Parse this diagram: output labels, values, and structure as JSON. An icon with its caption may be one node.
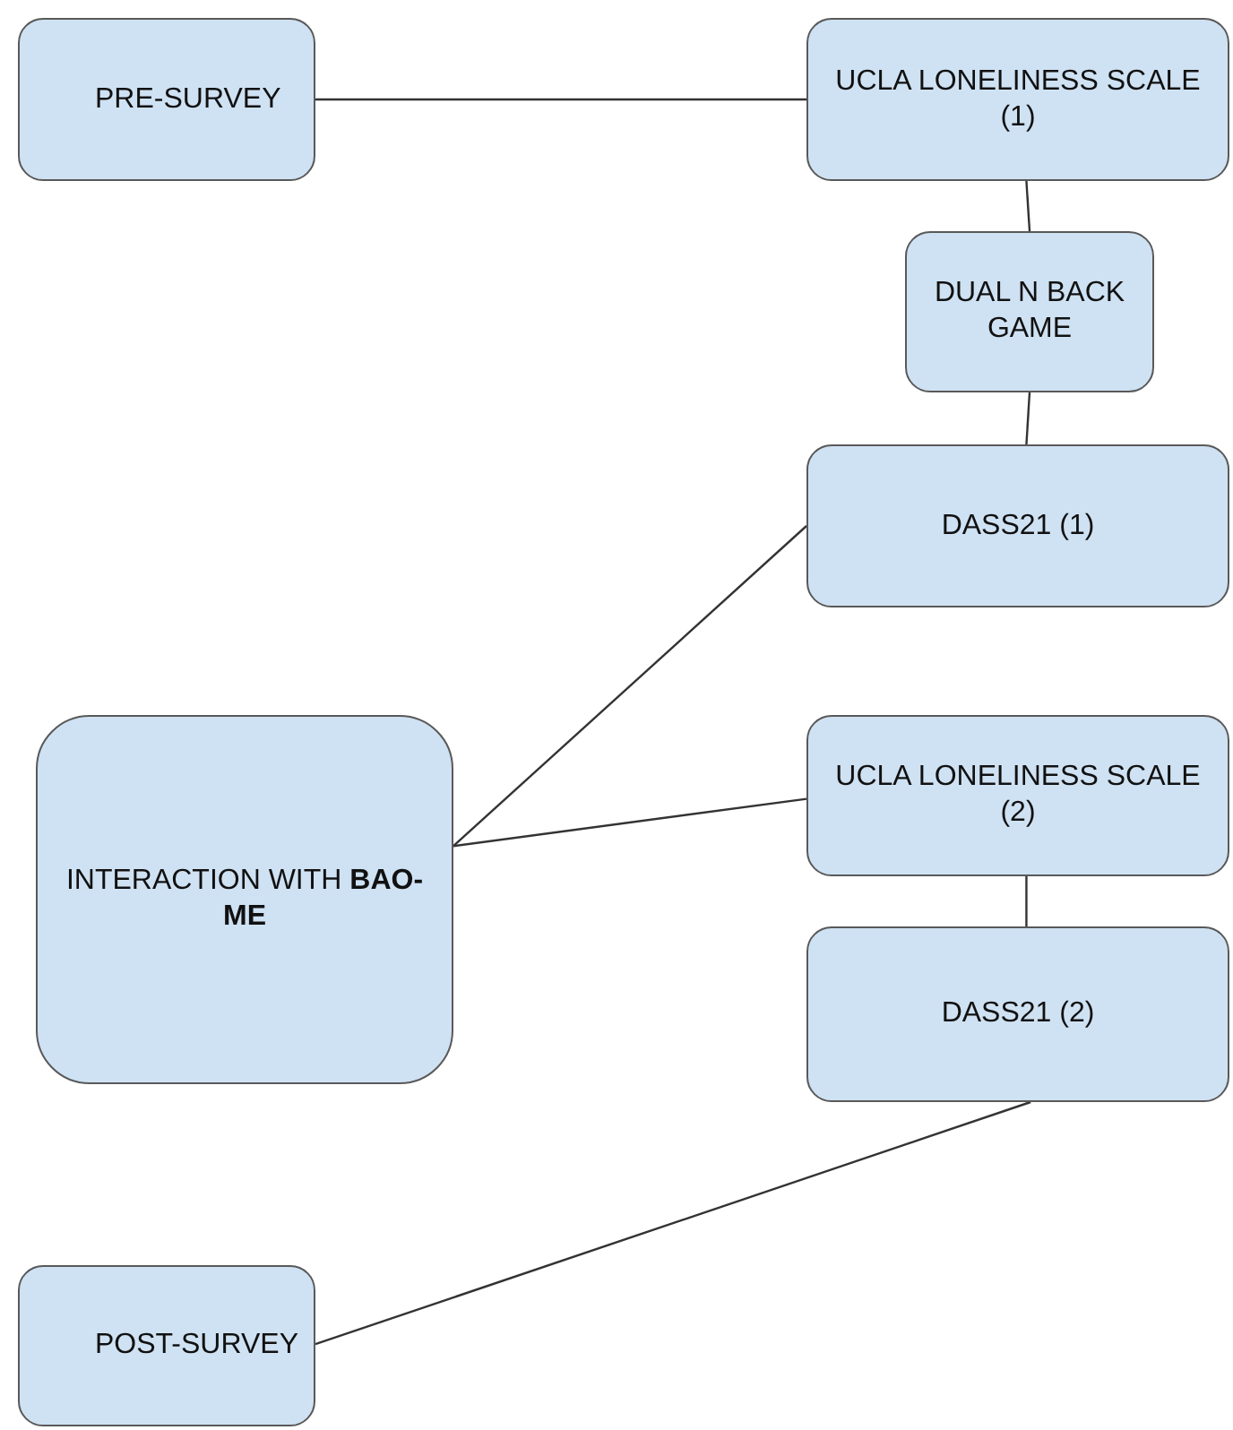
{
  "diagram": {
    "nodes": [
      {
        "text": [
          "PRE-SURVEY"
        ]
      },
      {
        "text": [
          "UCLA LONELINESS SCALE (1)"
        ]
      },
      {
        "text": [
          "DUAL N BACK GAME"
        ]
      },
      {
        "text": [
          "DASS21 (1)"
        ]
      },
      {
        "text": [
          "INTERACTION WITH **BAO-ME**"
        ]
      },
      {
        "text": [
          "UCLA LONELINESS SCALE (2)"
        ]
      },
      {
        "text": [
          "DASS21 (2)"
        ]
      },
      {
        "text": [
          "POST-SURVEY"
        ]
      }
    ],
    "edges": [
      {
        "from": 0,
        "to": 1,
        "arrow": "none"
      },
      {
        "from": 1,
        "to": 2,
        "arrow": "none"
      },
      {
        "from": 2,
        "to": 3,
        "arrow": "none"
      },
      {
        "from": 4,
        "to": 3,
        "arrow": "none"
      },
      {
        "from": 4,
        "to": 5,
        "arrow": "none"
      },
      {
        "from": 5,
        "to": 6,
        "arrow": "none"
      },
      {
        "from": 6,
        "to": 7,
        "arrow": "none"
      }
    ]
  }
}
